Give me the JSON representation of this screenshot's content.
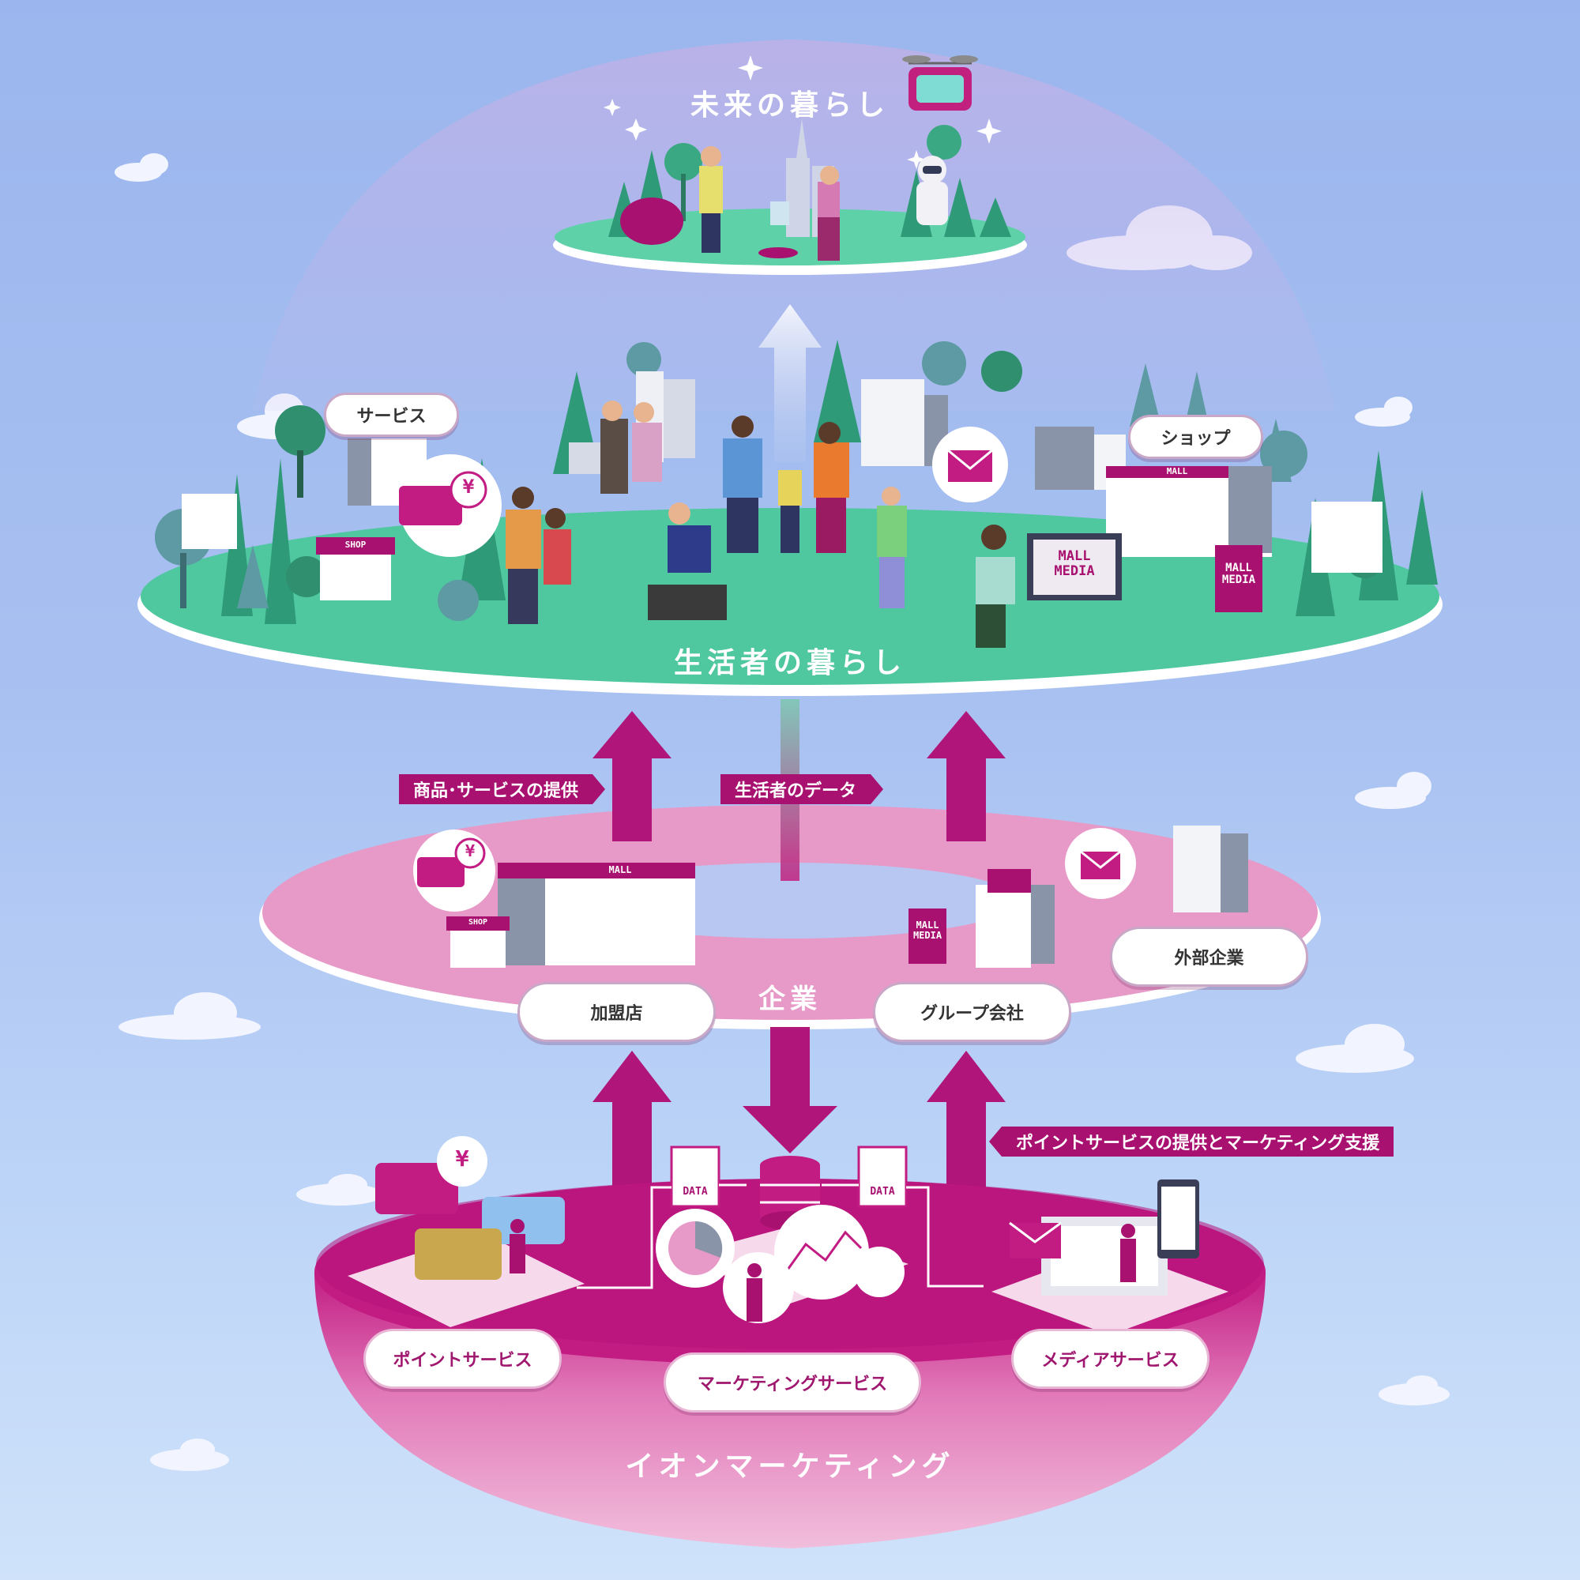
{
  "layers": {
    "future": "未来の暮らし",
    "consumer": "生活者の暮らし",
    "company": "企業",
    "aeon": "イオンマーケティング"
  },
  "consumer_labels": {
    "service": "サービス",
    "shop": "ショップ"
  },
  "company_labels": {
    "franchise": "加盟店",
    "group": "グループ会社",
    "external": "外部企業"
  },
  "flow_tags": {
    "products": "商品･サービスの提供",
    "consumer_data": "生活者のデータ",
    "point_marketing": "ポイントサービスの提供とマーケティング支援"
  },
  "services": {
    "point": "ポイントサービス",
    "marketing": "マーケティングサービス",
    "media": "メディアサービス"
  },
  "signs": {
    "mall": "MALL",
    "mall_media_1": "MALL",
    "mall_media_2": "MEDIA",
    "shop": "SHOP",
    "data": "DATA",
    "yen": "¥"
  },
  "colors": {
    "magenta": "#a8116f",
    "pink": "#e79ac8",
    "green": "#4fc8a0",
    "sky": "#a9c1f1"
  }
}
